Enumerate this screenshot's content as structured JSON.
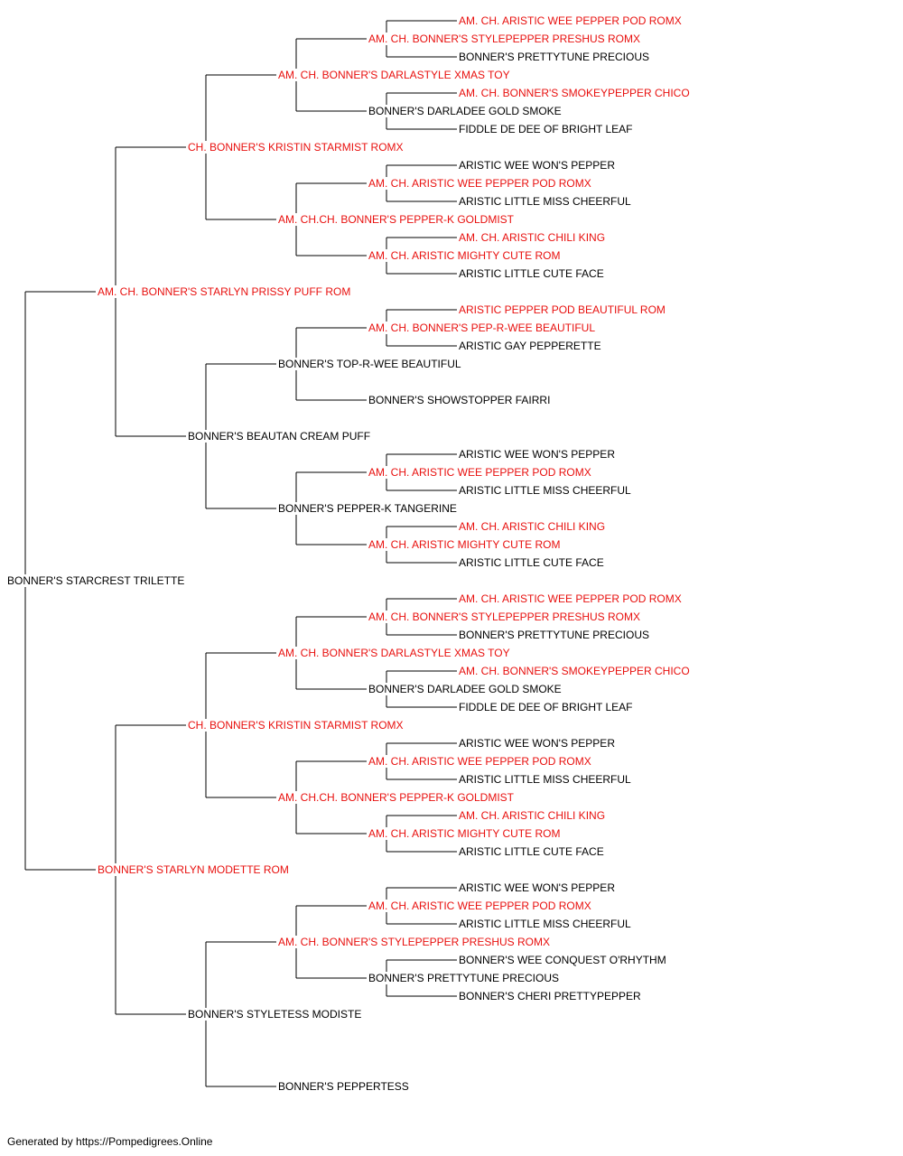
{
  "colors": {
    "champion": "#e8100e",
    "normal": "#000000",
    "line": "#000000"
  },
  "root": {
    "name": "BONNER'S STARCREST TRILETTE",
    "champion": false
  },
  "pedigree": [
    {
      "name": "AM. CH. BONNER'S STARLYN PRISSY PUFF ROM",
      "champion": true
    },
    {
      "name": "BONNER'S STARLYN MODETTE ROM",
      "champion": true
    },
    {
      "name": "CH. BONNER'S KRISTIN STARMIST ROMX",
      "champion": true
    },
    {
      "name": "BONNER'S BEAUTAN CREAM PUFF",
      "champion": false
    },
    {
      "name": "CH. BONNER'S KRISTIN STARMIST ROMX",
      "champion": true
    },
    {
      "name": "BONNER'S STYLETESS MODISTE",
      "champion": false
    },
    {
      "name": "AM. CH. BONNER'S DARLASTYLE XMAS TOY",
      "champion": true
    },
    {
      "name": "AM. CH.CH. BONNER'S PEPPER-K GOLDMIST",
      "champion": true
    },
    {
      "name": "BONNER'S TOP-R-WEE BEAUTIFUL",
      "champion": false
    },
    {
      "name": "BONNER'S PEPPER-K TANGERINE",
      "champion": false
    },
    {
      "name": "AM. CH. BONNER'S DARLASTYLE XMAS TOY",
      "champion": true
    },
    {
      "name": "AM. CH.CH. BONNER'S PEPPER-K GOLDMIST",
      "champion": true
    },
    {
      "name": "AM. CH. BONNER'S STYLEPEPPER PRESHUS ROMX",
      "champion": true
    },
    {
      "name": "BONNER'S PEPPERTESS",
      "champion": false
    },
    {
      "name": "AM. CH. BONNER'S STYLEPEPPER PRESHUS ROMX",
      "champion": true
    },
    {
      "name": "BONNER'S DARLADEE GOLD SMOKE",
      "champion": false
    },
    {
      "name": "AM. CH. ARISTIC WEE PEPPER POD ROMX",
      "champion": true
    },
    {
      "name": "AM. CH. ARISTIC MIGHTY CUTE ROM",
      "champion": true
    },
    {
      "name": "AM. CH. BONNER'S PEP-R-WEE BEAUTIFUL",
      "champion": true
    },
    {
      "name": "BONNER'S SHOWSTOPPER FAIRRI",
      "champion": false
    },
    {
      "name": "AM. CH. ARISTIC WEE PEPPER POD ROMX",
      "champion": true
    },
    {
      "name": "AM. CH. ARISTIC MIGHTY CUTE ROM",
      "champion": true
    },
    {
      "name": "AM. CH. BONNER'S STYLEPEPPER PRESHUS ROMX",
      "champion": true
    },
    {
      "name": "BONNER'S DARLADEE GOLD SMOKE",
      "champion": false
    },
    {
      "name": "AM. CH. ARISTIC WEE PEPPER POD ROMX",
      "champion": true
    },
    {
      "name": "AM. CH. ARISTIC MIGHTY CUTE ROM",
      "champion": true
    },
    {
      "name": "AM. CH. ARISTIC WEE PEPPER POD ROMX",
      "champion": true
    },
    {
      "name": "BONNER'S PRETTYTUNE PRECIOUS",
      "champion": false
    },
    {
      "name": "",
      "champion": false
    },
    {
      "name": "",
      "champion": false
    },
    {
      "name": "AM. CH. ARISTIC WEE PEPPER POD ROMX",
      "champion": true
    },
    {
      "name": "BONNER'S PRETTYTUNE PRECIOUS",
      "champion": false
    },
    {
      "name": "AM. CH. BONNER'S SMOKEYPEPPER CHICO",
      "champion": true
    },
    {
      "name": "FIDDLE DE DEE OF BRIGHT LEAF",
      "champion": false
    },
    {
      "name": "ARISTIC WEE WON'S PEPPER",
      "champion": false
    },
    {
      "name": "ARISTIC LITTLE MISS CHEERFUL",
      "champion": false
    },
    {
      "name": "AM. CH. ARISTIC CHILI KING",
      "champion": true
    },
    {
      "name": "ARISTIC LITTLE CUTE FACE",
      "champion": false
    },
    {
      "name": "ARISTIC PEPPER POD BEAUTIFUL ROM",
      "champion": true
    },
    {
      "name": "ARISTIC GAY PEPPERETTE",
      "champion": false
    },
    {
      "name": "",
      "champion": false
    },
    {
      "name": "",
      "champion": false
    },
    {
      "name": "ARISTIC WEE WON'S PEPPER",
      "champion": false
    },
    {
      "name": "ARISTIC LITTLE MISS CHEERFUL",
      "champion": false
    },
    {
      "name": "AM. CH. ARISTIC CHILI KING",
      "champion": true
    },
    {
      "name": "ARISTIC LITTLE CUTE FACE",
      "champion": false
    },
    {
      "name": "AM. CH. ARISTIC WEE PEPPER POD ROMX",
      "champion": true
    },
    {
      "name": "BONNER'S PRETTYTUNE PRECIOUS",
      "champion": false
    },
    {
      "name": "AM. CH. BONNER'S SMOKEYPEPPER CHICO",
      "champion": true
    },
    {
      "name": "FIDDLE DE DEE OF BRIGHT LEAF",
      "champion": false
    },
    {
      "name": "ARISTIC WEE WON'S PEPPER",
      "champion": false
    },
    {
      "name": "ARISTIC LITTLE MISS CHEERFUL",
      "champion": false
    },
    {
      "name": "AM. CH. ARISTIC CHILI KING",
      "champion": true
    },
    {
      "name": "ARISTIC LITTLE CUTE FACE",
      "champion": false
    },
    {
      "name": "ARISTIC WEE WON'S PEPPER",
      "champion": false
    },
    {
      "name": "ARISTIC LITTLE MISS CHEERFUL",
      "champion": false
    },
    {
      "name": "BONNER'S WEE CONQUEST O'RHYTHM",
      "champion": false
    },
    {
      "name": "BONNER'S CHERI PRETTYPEPPER",
      "champion": false
    },
    {
      "name": "",
      "champion": false
    },
    {
      "name": "",
      "champion": false
    },
    {
      "name": "",
      "champion": false
    },
    {
      "name": "",
      "champion": false
    }
  ],
  "footer": "Generated by https://Pompedigrees.Online"
}
